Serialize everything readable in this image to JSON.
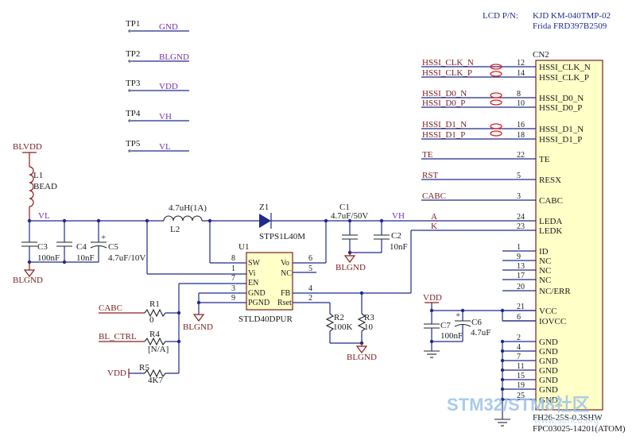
{
  "lcd": {
    "label": "LCD P/N:",
    "line1": "KJD  KM-040TMP-02",
    "line2": "Frida FRD397B2509"
  },
  "test_points": [
    {
      "ref": "TP1",
      "net": "GND"
    },
    {
      "ref": "TP2",
      "net": "BLGND"
    },
    {
      "ref": "TP3",
      "net": "VDD"
    },
    {
      "ref": "TP4",
      "net": "VH"
    },
    {
      "ref": "TP5",
      "net": "VL"
    }
  ],
  "nets": {
    "blvdd": "BLVDD",
    "vl": "VL",
    "vh": "VH",
    "blgnd": "BLGND",
    "vdd": "VDD",
    "gnd": "BLGND",
    "cabc": "CABC",
    "bl_ctrl": "BL_CTRL",
    "vdd2": "VDD"
  },
  "components": {
    "l1_ref": "L1",
    "l1_val": "BEAD",
    "l2_ref": "L2",
    "l2_val": "4.7uH(1A)",
    "z1_ref": "Z1",
    "z1_val": "STPS1L40M",
    "c1_ref": "C1",
    "c1_val": "4.7uF/50V",
    "c2_ref": "C2",
    "c2_val": "10nF",
    "c3_ref": "C3",
    "c3_val": "100nF",
    "c4_ref": "C4",
    "c4_val": "10nF",
    "c5_ref": "C5",
    "c5_val": "4.7uF/10V",
    "c6_ref": "C6",
    "c6_val": "4.7uF",
    "c7_ref": "C7",
    "c7_val": "100nF",
    "r1_ref": "R1",
    "r1_val": "0",
    "r2_ref": "R2",
    "r2_val": "100K",
    "r3_ref": "R3",
    "r3_val": "10",
    "r4_ref": "R4",
    "r4_val": "[N/A]",
    "r5_ref": "R5",
    "r5_val": "4K7"
  },
  "u1": {
    "ref": "U1",
    "part": "STLD40DPUR",
    "pins_left": [
      {
        "num": "8",
        "name": "SW"
      },
      {
        "num": "1",
        "name": "Vi"
      },
      {
        "num": "7",
        "name": "EN"
      },
      {
        "num": "3",
        "name": "GND"
      },
      {
        "num": "9",
        "name": "PGND"
      }
    ],
    "pins_right": [
      {
        "num": "6",
        "name": "Vo"
      },
      {
        "num": "5",
        "name": "NC"
      },
      {
        "num": "4",
        "name": "FB"
      },
      {
        "num": "2",
        "name": "Rset"
      }
    ]
  },
  "cn2": {
    "ref": "CN2",
    "part1": "FH26-25S-0.3SHW",
    "part2": "FPC03025-14201(ATOM)",
    "pins": [
      {
        "num": "12",
        "name": "HSSI_CLK_N",
        "net": "HSSI_CLK_N"
      },
      {
        "num": "14",
        "name": "HSSI_CLK_P",
        "net": "HSSI_CLK_P"
      },
      {
        "num": "8",
        "name": "HSSI_D0_N",
        "net": "HSSI_D0_N"
      },
      {
        "num": "10",
        "name": "HSSI_D0_P",
        "net": "HSSI_D0_P"
      },
      {
        "num": "16",
        "name": "HSSI_D1_N",
        "net": "HSSI_D1_N"
      },
      {
        "num": "18",
        "name": "HSSI_D1_P",
        "net": "HSSI_D1_P"
      },
      {
        "num": "22",
        "name": "TE",
        "net": "TE"
      },
      {
        "num": "5",
        "name": "RESX",
        "net": "RST"
      },
      {
        "num": "3",
        "name": "CABC",
        "net": "CABC"
      },
      {
        "num": "24",
        "name": "LEDA",
        "net": "A"
      },
      {
        "num": "23",
        "name": "LEDK",
        "net": "K"
      },
      {
        "num": "1",
        "name": "ID",
        "net": ""
      },
      {
        "num": "9",
        "name": "NC",
        "net": ""
      },
      {
        "num": "13",
        "name": "NC",
        "net": ""
      },
      {
        "num": "17",
        "name": "NC",
        "net": ""
      },
      {
        "num": "20",
        "name": "NC/ERR",
        "net": ""
      },
      {
        "num": "21",
        "name": "VCC",
        "net": ""
      },
      {
        "num": "6",
        "name": "IOVCC",
        "net": ""
      },
      {
        "num": "2",
        "name": "GND",
        "net": ""
      },
      {
        "num": "4",
        "name": "GND",
        "net": ""
      },
      {
        "num": "7",
        "name": "GND",
        "net": ""
      },
      {
        "num": "11",
        "name": "GND",
        "net": ""
      },
      {
        "num": "15",
        "name": "GND",
        "net": ""
      },
      {
        "num": "19",
        "name": "GND",
        "net": ""
      },
      {
        "num": "25",
        "name": "GND",
        "net": ""
      }
    ]
  },
  "watermark": {
    "brand": "STM32/STM8社区",
    "url": "www.stmcu.org"
  }
}
